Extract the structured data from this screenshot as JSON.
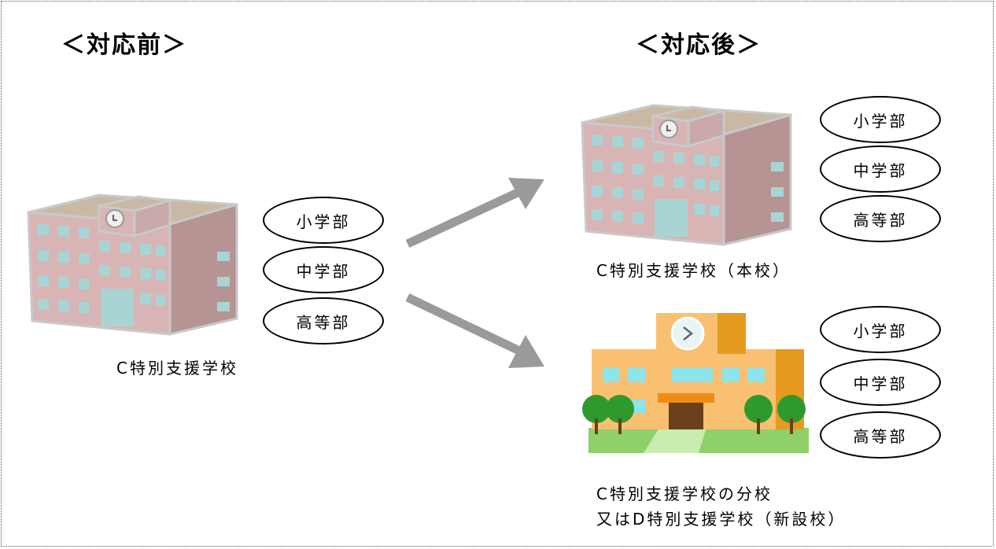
{
  "before": {
    "heading": "＜対応前＞",
    "school_name": "C特別支援学校",
    "departments": [
      "小学部",
      "中学部",
      "高等部"
    ]
  },
  "after": {
    "heading": "＜対応後＞",
    "main_school": {
      "name": "C特別支援学校（本校）",
      "departments": [
        "小学部",
        "中学部",
        "高等部"
      ]
    },
    "new_school": {
      "name_line1": "C特別支援学校の分校",
      "name_line2": "又はD特別支援学校（新設校）",
      "departments": [
        "小学部",
        "中学部",
        "高等部"
      ]
    }
  },
  "colors": {
    "old_building_wall": "#d9b4b4",
    "old_building_roof": "#c9b9a4",
    "old_building_window": "#a9d4d4",
    "new_building_wall": "#f8c070",
    "new_building_accent": "#e69a20",
    "tree": "#2e9a2e",
    "ground": "#8fd06a",
    "arrow": "#9a9a9a"
  },
  "icons": {
    "old_school": "school-building-icon",
    "new_school": "new-school-building-icon",
    "arrow": "arrow-icon"
  }
}
